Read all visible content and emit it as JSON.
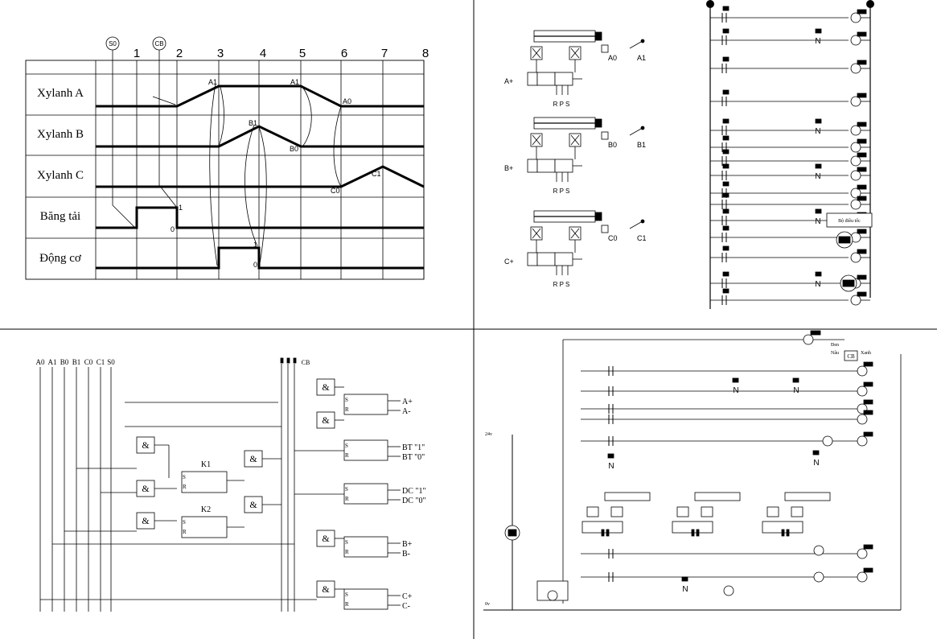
{
  "timing": {
    "markers": [
      "S0",
      "CB"
    ],
    "steps": [
      "1",
      "2",
      "3",
      "4",
      "5",
      "6",
      "7",
      "8"
    ],
    "rows": [
      "Xylanh A",
      "Xylanh B",
      "Xylanh C",
      "Băng tải",
      "Động cơ"
    ],
    "labels": {
      "a1_up": "A1",
      "a1_down": "A1",
      "a0": "A0",
      "b1": "B1",
      "b0": "B0",
      "c0": "C0",
      "c1": "C1",
      "bt1": "1",
      "bt0": "0",
      "dc1": "1",
      "dc0": "0"
    }
  },
  "pneumatic": {
    "cylinders": [
      {
        "valve": "A+",
        "s0": "A0",
        "s1": "A1",
        "ports": "R P S"
      },
      {
        "valve": "B+",
        "s0": "B0",
        "s1": "B1",
        "ports": "R P S"
      },
      {
        "valve": "C+",
        "s0": "C0",
        "s1": "C1",
        "ports": "R P S"
      }
    ]
  },
  "ladder": {
    "speed_box": "Bộ điều tốc",
    "n_label": "N"
  },
  "logic": {
    "inputs": [
      "A0",
      "A1",
      "B0",
      "B1",
      "C0",
      "C1",
      "S0"
    ],
    "cb": "CB",
    "and_label": "&",
    "set_label": "S",
    "reset_label": "R",
    "latches": [
      "K1",
      "K2"
    ],
    "outputs": [
      {
        "set": "A+",
        "reset": "A-"
      },
      {
        "set": "BT \"1\"",
        "reset": "BT \"0\""
      },
      {
        "set": "DC \"1\"",
        "reset": "DC \"0\""
      },
      {
        "set": "B+",
        "reset": "B-"
      },
      {
        "set": "C+",
        "reset": "C-"
      }
    ]
  },
  "wiring": {
    "v24": "24v",
    "v0": "0v",
    "den": "Đen",
    "nau": "Nâu",
    "xanh": "Xanh",
    "cb": "CB",
    "n_label": "N"
  }
}
